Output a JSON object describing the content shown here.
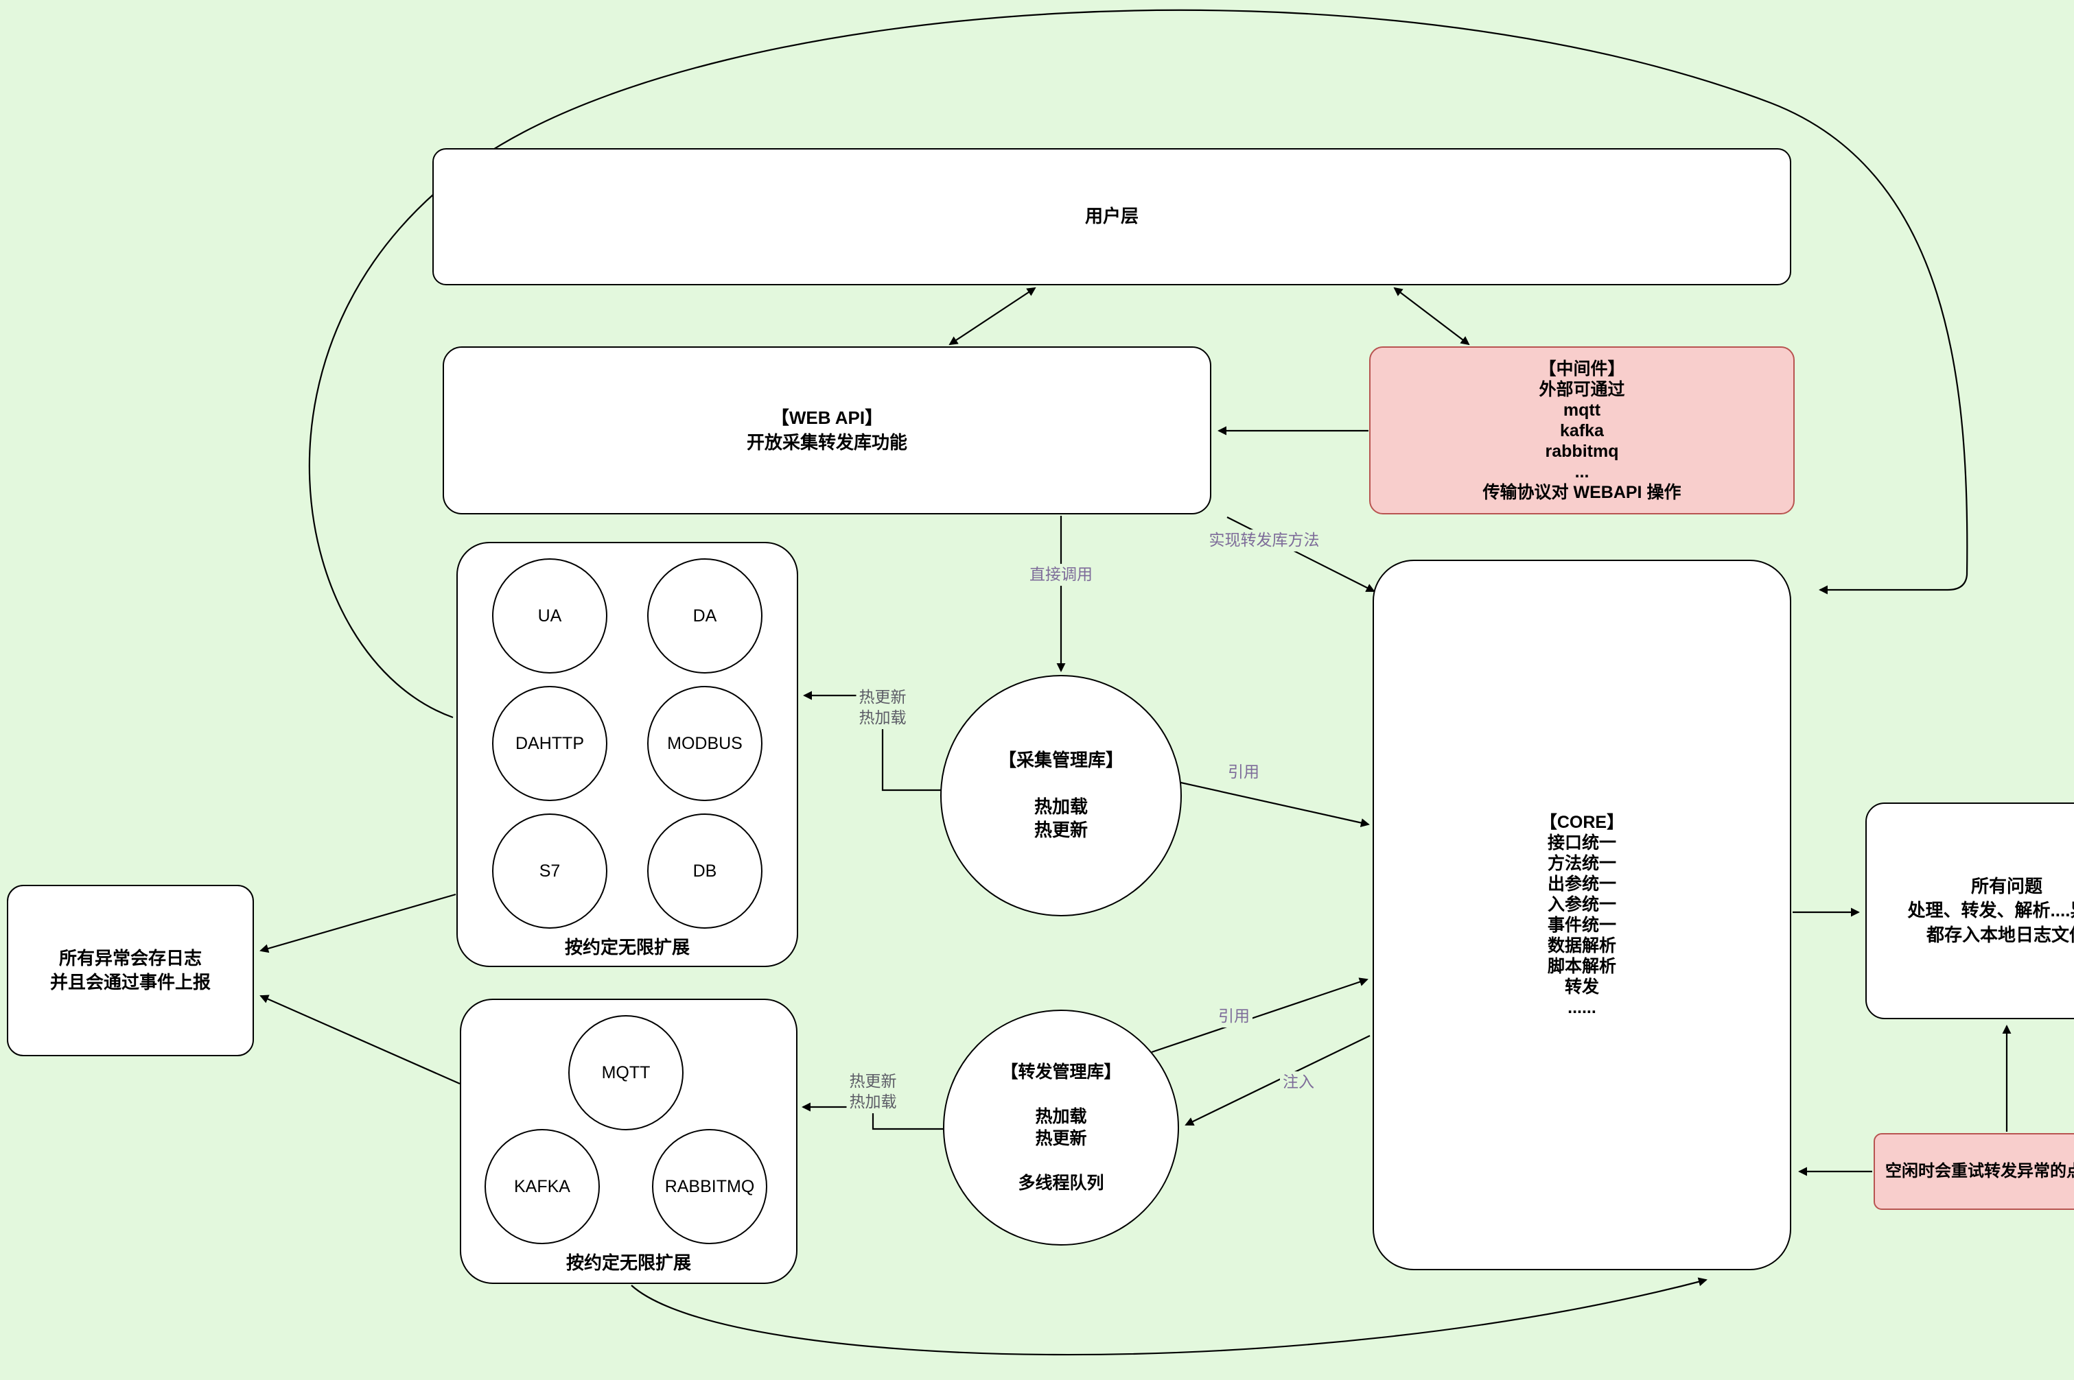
{
  "background": "#e3f8dd",
  "colors": {
    "node_fill": "#ffffff",
    "node_border": "#000000",
    "pink_fill": "#f8cecc",
    "pink_border": "#b85450",
    "edge_label_purple": "#7d6b99",
    "edge_label_gray": "#5c5c66"
  },
  "boxes": {
    "user_layer": {
      "label": "用户层"
    },
    "web_api": {
      "label": "【WEB API】\n开放采集转发库功能"
    },
    "middleware": {
      "label": "【中间件】\n外部可通过\nmqtt\nkafka\nrabbitmq\n...\n传输协议对 WEBAPI 操作"
    },
    "core": {
      "label": "【CORE】\n接口统一\n方法统一\n出参统一\n入参统一\n事件统一\n数据解析\n脚本解析\n转发\n......"
    },
    "exception_log": {
      "label": "所有异常会存日志\n并且会通过事件上报"
    },
    "all_problems": {
      "label": "所有问题\n处理、转发、解析....异常\n都存入本地日志文件"
    },
    "retry": {
      "label": "空闲时会重试转发异常的点位数据"
    },
    "collect_lib": {
      "label": "【采集管理库】\n\n热加载\n热更新"
    },
    "forward_lib": {
      "label": "【转发管理库】\n\n热加载\n热更新\n\n多线程队列"
    },
    "collector_group": {
      "circles": [
        "UA",
        "DA",
        "DAHTTP",
        "MODBUS",
        "S7",
        "DB"
      ],
      "caption": "按约定无限扩展"
    },
    "forward_group": {
      "circles": [
        "MQTT",
        "KAFKA",
        "RABBITMQ"
      ],
      "caption": "按约定无限扩展"
    }
  },
  "edge_labels": {
    "direct_call": "直接调用",
    "implement_forward": "实现转发库方法",
    "hot_update_load_1": "热更新\n热加载",
    "reference_1": "引用",
    "reference_2": "引用",
    "inject": "注入",
    "hot_update_load_2": "热更新\n热加载"
  }
}
